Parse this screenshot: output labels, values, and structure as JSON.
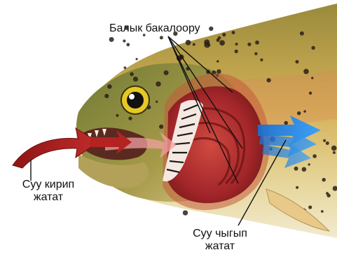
{
  "labels": {
    "gills": "Балык бакалоору",
    "water_in": {
      "line1": "Суу кирип",
      "line2": "жатат"
    },
    "water_out": {
      "line1": "Суу чыгып",
      "line2": "жатат"
    }
  },
  "colors": {
    "fish_body": "#c9a34a",
    "fish_head": "#8f8a3a",
    "gill_red": "#b22a2a",
    "gill_dark": "#7d1515",
    "arrow_in": "#a51c1c",
    "arrow_out": "#1f7fe0",
    "spots": "#2a2018"
  }
}
